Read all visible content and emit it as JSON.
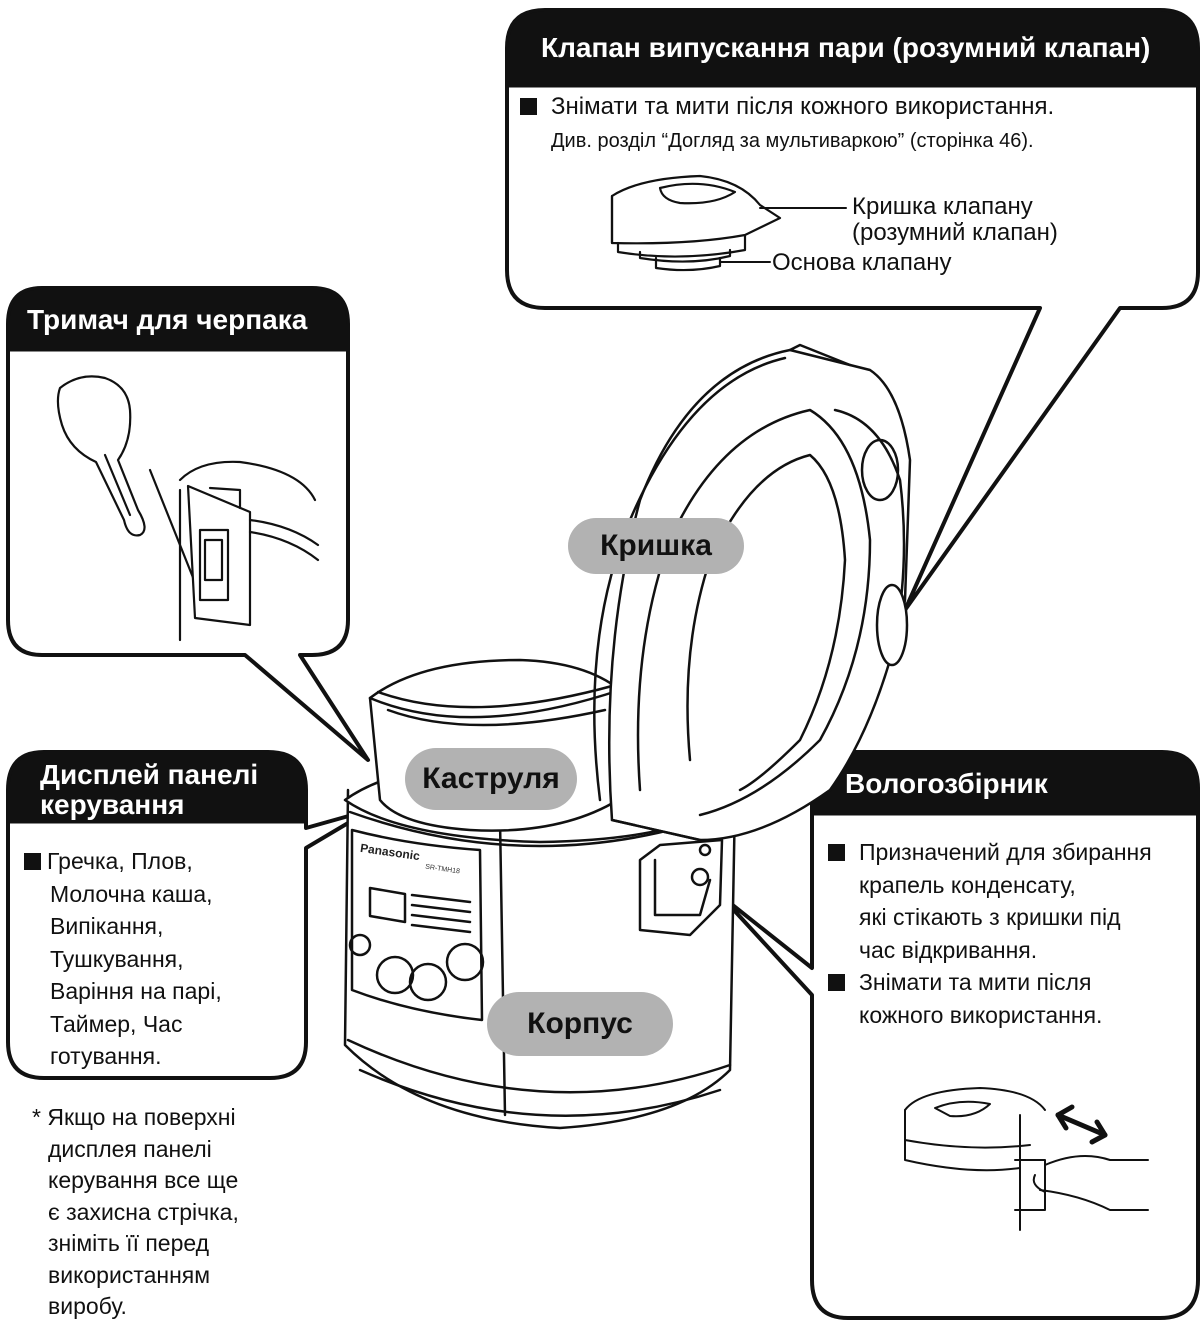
{
  "valve_box": {
    "title": "Клапан випускання пари (розумний клапан)",
    "line1": "Знімати та мити після кожного використання.",
    "line2": "Див. розділ “Догляд за мультиваркою” (сторінка 46).",
    "label_cover_1": "Кришка клапану",
    "label_cover_2": "(розумний клапан)",
    "label_base": "Основа клапану"
  },
  "ladle_box": {
    "title": "Тримач для черпака"
  },
  "display_box": {
    "title_1": "Дисплей панелі",
    "title_2": "керування",
    "lines": [
      "Гречка, Плов,",
      "Молочна каша,",
      "Випікання,",
      "Тушкування,",
      "Варіння на парі,",
      "Таймер, Час",
      "готування."
    ]
  },
  "note": {
    "lines": [
      "* Якщо на поверхні",
      "дисплея панелі",
      "керування все ще",
      "є захисна стрічка,",
      "зніміть її перед",
      "використанням",
      "виробу."
    ]
  },
  "condensation_box": {
    "title": "Вологозбірник",
    "lines": [
      "Призначений для збирання",
      "крапель конденсату,",
      "які стікають з кришки під",
      "час відкривання.",
      "Знімати та мити після",
      "кожного використання."
    ]
  },
  "parts": {
    "lid": "Кришка",
    "pot": "Каструля",
    "body": "Корпус"
  },
  "device": {
    "brand": "Panasonic",
    "model": "SR-TMH18"
  },
  "colors": {
    "box_title_bg": "#111111",
    "pill_bg": "#b2b2b2"
  }
}
